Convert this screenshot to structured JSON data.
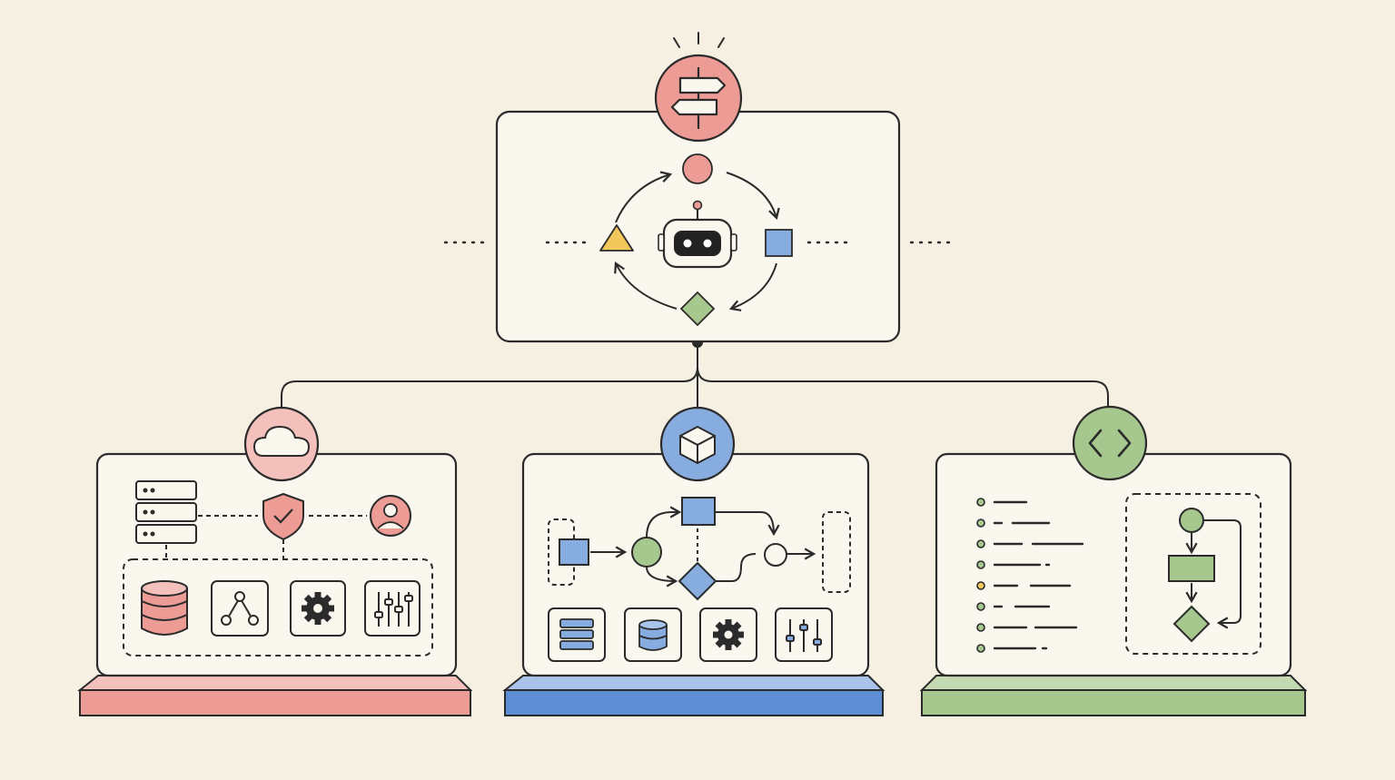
{
  "colors": {
    "background": "#f6f0e3",
    "panel": "#faf7ef",
    "stroke": "#2b2b2b",
    "red": "#ec9b95",
    "red_light": "#f3c0bb",
    "blue": "#86ace0",
    "blue_dark": "#5d8ed3",
    "green": "#a6c78d",
    "green_dark": "#7fab68",
    "yellow": "#f2c75c"
  },
  "orchestrator": {
    "badge_icon": "signpost-icon",
    "center_icon": "robot-icon",
    "cycle_nodes": [
      "red-circle",
      "blue-square",
      "green-diamond",
      "yellow-triangle"
    ]
  },
  "panels": [
    {
      "id": "infrastructure",
      "accent": "red",
      "badge_icon": "cloud-icon",
      "top_icons": [
        "server-rack-icon",
        "shield-check-icon",
        "user-icon"
      ],
      "tools": [
        "database-icon",
        "network-graph-icon",
        "gear-icon",
        "sliders-icon"
      ]
    },
    {
      "id": "workflow",
      "accent": "blue",
      "badge_icon": "cube-icon",
      "tools": [
        "server-rack-icon",
        "database-icon",
        "gear-icon",
        "sliders-icon"
      ]
    },
    {
      "id": "code",
      "accent": "green",
      "badge_icon": "code-brackets-icon",
      "list_items": 8
    }
  ]
}
